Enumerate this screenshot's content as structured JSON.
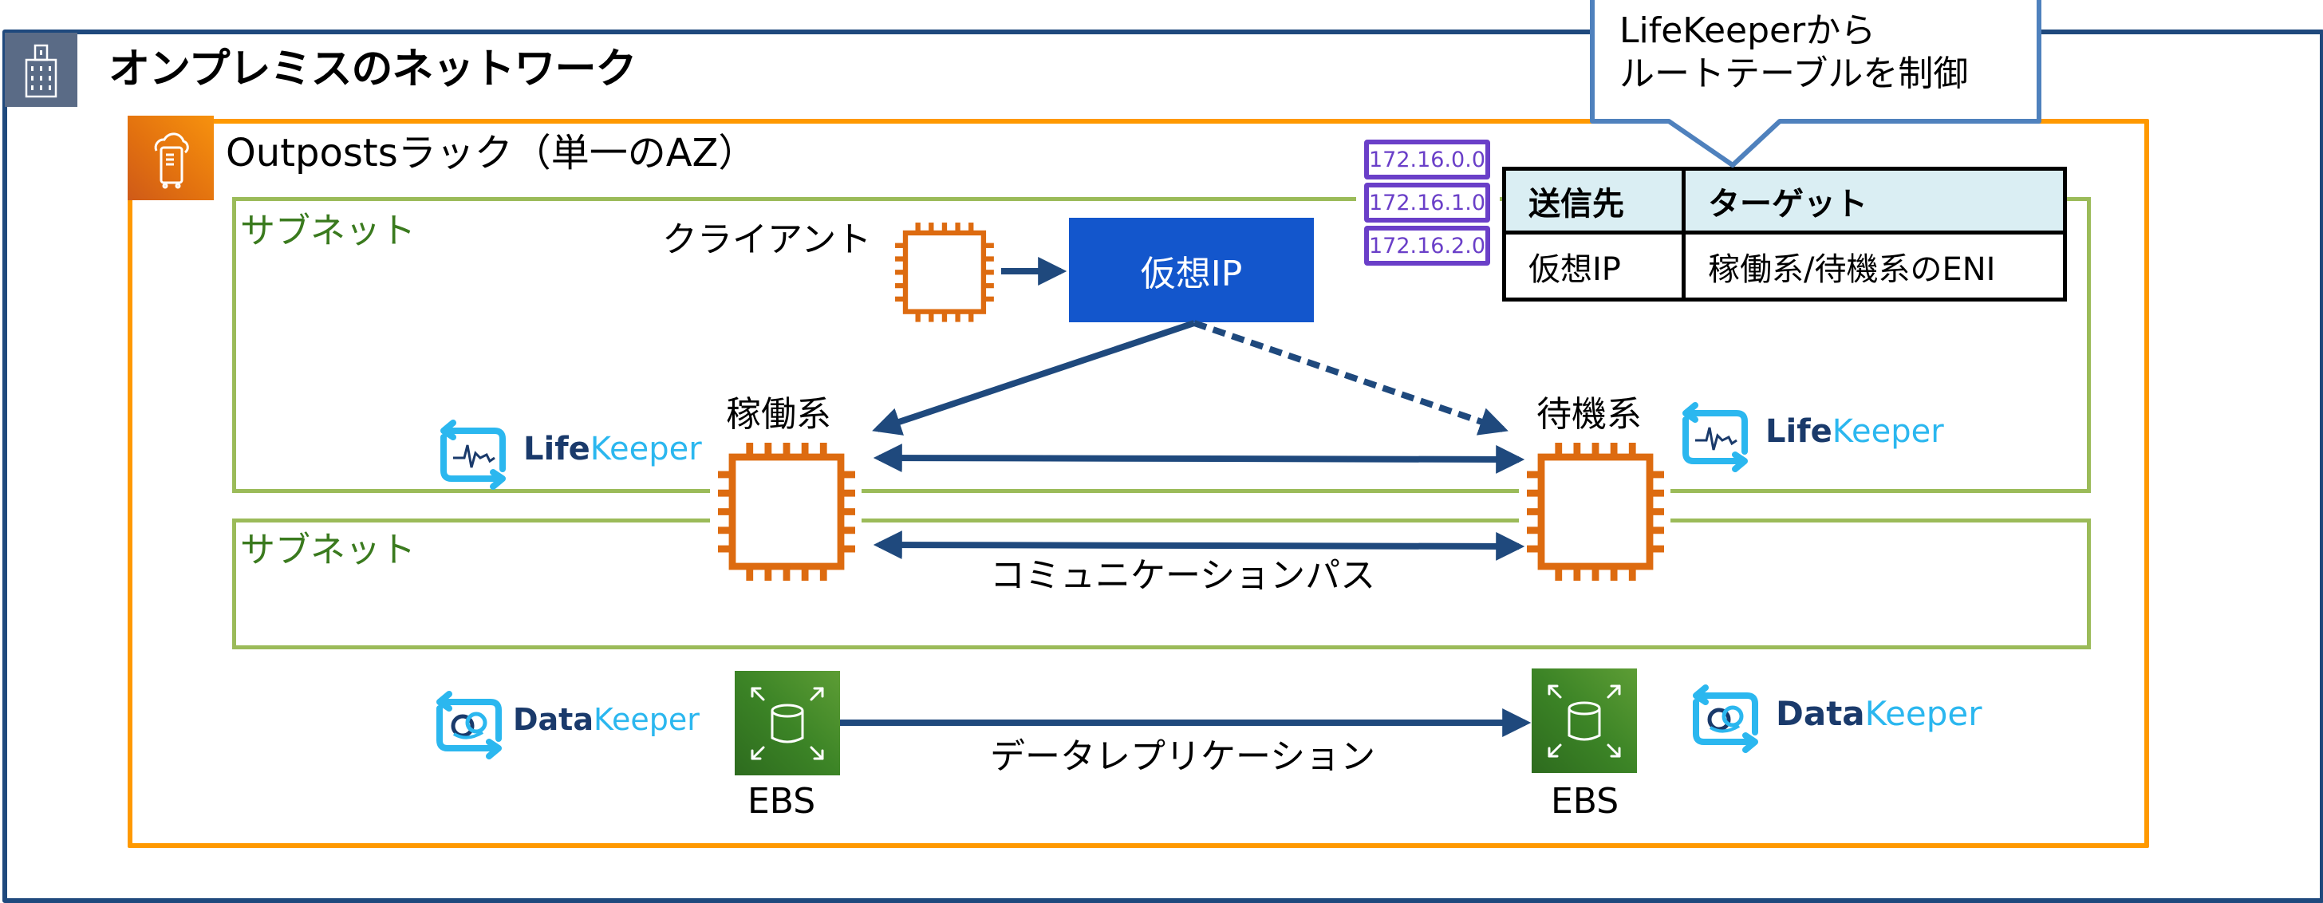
{
  "diagram": {
    "title": "オンプレミスのネットワーク",
    "rack_title": "Outpostsラック（単一のAZ）",
    "subnets": [
      {
        "label": "サブネット"
      },
      {
        "label": "サブネット"
      }
    ],
    "client_label": "クライアント",
    "virtual_ip_label": "仮想IP",
    "active_label": "稼働系",
    "standby_label": "待機系",
    "communication_path_label": "コミュニケーションパス",
    "replication_label": "データレプリケーション",
    "ebs_left_label": "EBS",
    "ebs_right_label": "EBS",
    "ip_badges": [
      "172.16.0.0",
      "172.16.1.0",
      "172.16.2.0"
    ],
    "callout": {
      "line1": "LifeKeeperから",
      "line2": "ルートテーブルを制御"
    },
    "route_table": {
      "headers": [
        "送信先",
        "ターゲット"
      ],
      "rows": [
        [
          "仮想IP",
          "稼働系/待機系のENI"
        ]
      ]
    },
    "logos": {
      "lifekeeper": {
        "bold": "Life",
        "light": "Keeper"
      },
      "datakeeper": {
        "bold": "Data",
        "light": "Keeper"
      }
    },
    "colors": {
      "outer_frame": "#1f497d",
      "rack_frame": "#ff9900",
      "subnet_frame": "#9bbb59",
      "virtual_ip_fill": "#1356cc",
      "chip": "#dd6b10",
      "arrow": "#1f497d",
      "ip_badge": "#6a3fc8",
      "callout_border": "#4f81bd",
      "table_header_fill": "#daeef3"
    }
  }
}
